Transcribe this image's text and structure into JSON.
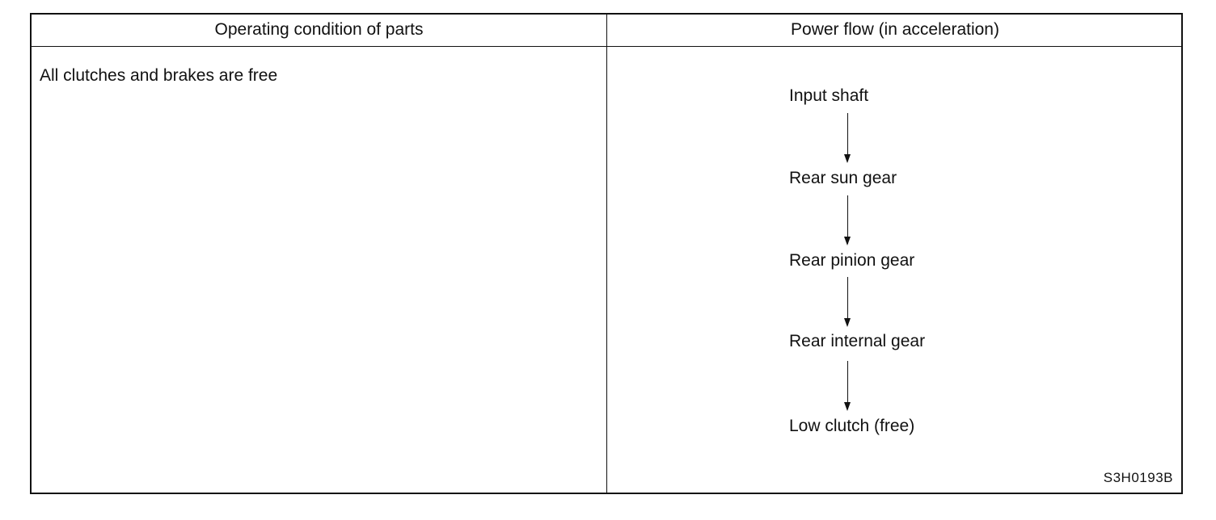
{
  "table": {
    "headers": {
      "left": "Operating condition of parts",
      "right": "Power flow (in acceleration)"
    },
    "condition": "All clutches and brakes are free",
    "power_flow": [
      "Input shaft",
      "Rear sun gear",
      "Rear pinion gear",
      "Rear internal gear",
      "Low clutch (free)"
    ]
  },
  "figure_code": "S3H0193B"
}
